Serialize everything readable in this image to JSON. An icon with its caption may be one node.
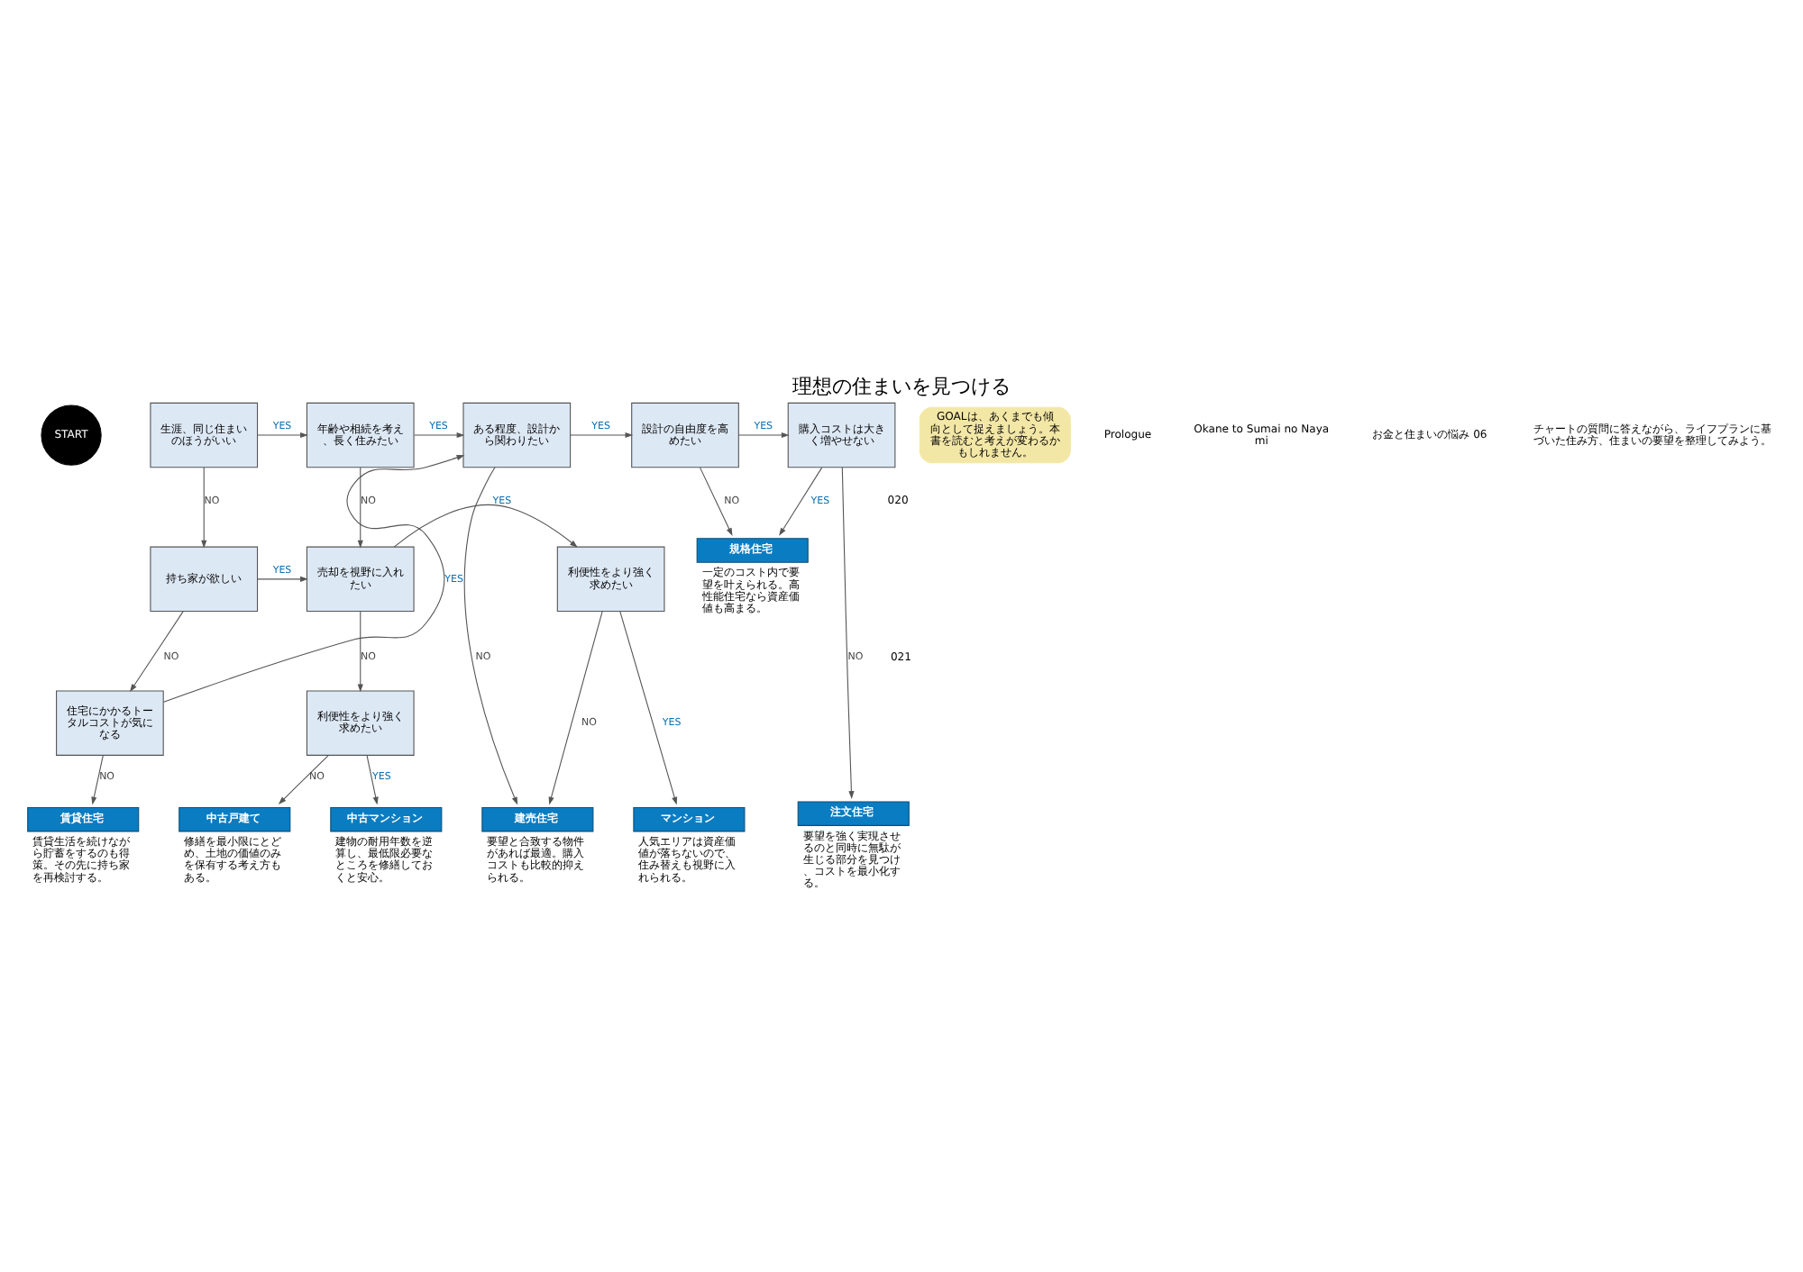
{
  "diagram": {
    "title": "理想の住まいを見つける",
    "nodes": [
      {
        "text": [
          "START"
        ]
      },
      {
        "text": [
          "生涯、同じ住まいのほうがいい"
        ]
      },
      {
        "text": [
          "年齢や相続を考え、長く住みたい"
        ]
      },
      {
        "text": [
          "持ち家が欲しい"
        ]
      },
      {
        "text": [
          "売却を視野に入れたい"
        ]
      },
      {
        "text": [
          "住宅にかかるトータルコストが気になる"
        ]
      },
      {
        "text": [
          "利便性をより強く求めたい"
        ]
      },
      {
        "text": [
          "ある程度、設計から関わりたい"
        ]
      },
      {
        "text": [
          "設計の自由度を高めたい"
        ]
      },
      {
        "text": [
          "購入コストは大きく増やせない"
        ]
      },
      {
        "text": [
          "利便性をより強く求めたい"
        ]
      },
      {
        "text": [
          "規格住宅"
        ],
        "beside": [
          "一定のコスト内で要望を叶えられる。高性能住宅なら資産価値も高まる。"
        ]
      },
      {
        "text": [
          "賃貸住宅"
        ],
        "beside": [
          "賃貸生活を続けながら貯蓄をするのも得策。その先に持ち家を再検討する。"
        ]
      },
      {
        "text": [
          "中古マンション"
        ],
        "beside": [
          "建物の耐用年数を逆算し、最低限必要なところを修繕しておくと安心。"
        ]
      },
      {
        "text": [
          "中古戸建て"
        ],
        "beside": [
          "修繕を最小限にとどめ、土地の価値のみを保有する考え方もある。"
        ]
      },
      {
        "text": [
          "マンション"
        ],
        "beside": [
          "人気エリアは資産価値が落ちないので、住み替えも視野に入れられる。"
        ]
      },
      {
        "text": [
          "建売住宅"
        ],
        "beside": [
          "要望と合致する物件があれば最適。購入コストも比較的抑えられる。"
        ]
      },
      {
        "text": [
          "注文住宅"
        ],
        "beside": [
          "要望を強く実現させるのと同時に無駄が生じる部分を見つけ、コストを最小化する。"
        ]
      },
      {
        "text": [
          "GOALは、あくまでも傾向として捉えましょう。本書を読むと考えが変わるかもしれません。"
        ]
      }
    ],
    "edges": [
      {
        "from": 1,
        "to": 2,
        "arrow": "to",
        "label": "YES"
      },
      {
        "from": 1,
        "to": 3,
        "arrow": "to",
        "label": "NO"
      },
      {
        "from": 2,
        "to": 7,
        "arrow": "to",
        "label": "YES"
      },
      {
        "from": 2,
        "to": 4,
        "arrow": "to",
        "label": "NO"
      },
      {
        "from": 3,
        "to": 4,
        "arrow": "to",
        "label": "YES"
      },
      {
        "from": 3,
        "to": 5,
        "arrow": "to",
        "label": "NO"
      },
      {
        "from": 4,
        "to": 10,
        "arrow": "to",
        "label": "YES"
      },
      {
        "from": 4,
        "to": 6,
        "arrow": "to",
        "label": "NO"
      },
      {
        "from": 5,
        "to": 7,
        "arrow": "to",
        "label": "YES"
      },
      {
        "from": 5,
        "to": 12,
        "arrow": "to",
        "label": "NO"
      },
      {
        "from": 6,
        "to": 13,
        "arrow": "to",
        "label": "YES"
      },
      {
        "from": 6,
        "to": 14,
        "arrow": "to",
        "label": "NO"
      },
      {
        "from": 7,
        "to": 8,
        "arrow": "to",
        "label": "YES"
      },
      {
        "from": 7,
        "to": 16,
        "arrow": "to",
        "label": "NO"
      },
      {
        "from": 8,
        "to": 9,
        "arrow": "to",
        "label": "YES"
      },
      {
        "from": 8,
        "to": 11,
        "arrow": "to",
        "label": "NO"
      },
      {
        "from": 9,
        "to": 11,
        "arrow": "to",
        "label": "YES"
      },
      {
        "from": 9,
        "to": 17,
        "arrow": "to",
        "label": "NO"
      },
      {
        "from": 10,
        "to": 15,
        "arrow": "to",
        "label": "YES"
      },
      {
        "from": 10,
        "to": 16,
        "arrow": "to",
        "label": "NO"
      }
    ],
    "labels": [
      "Prologue",
      "Okane to Sumai no Nayami",
      "お金と住まいの悩み 06",
      "チャートの質問に答えながら、ライフプランに基づいた住み方、住まいの要望を整理してみよう。",
      "020",
      "021"
    ]
  }
}
